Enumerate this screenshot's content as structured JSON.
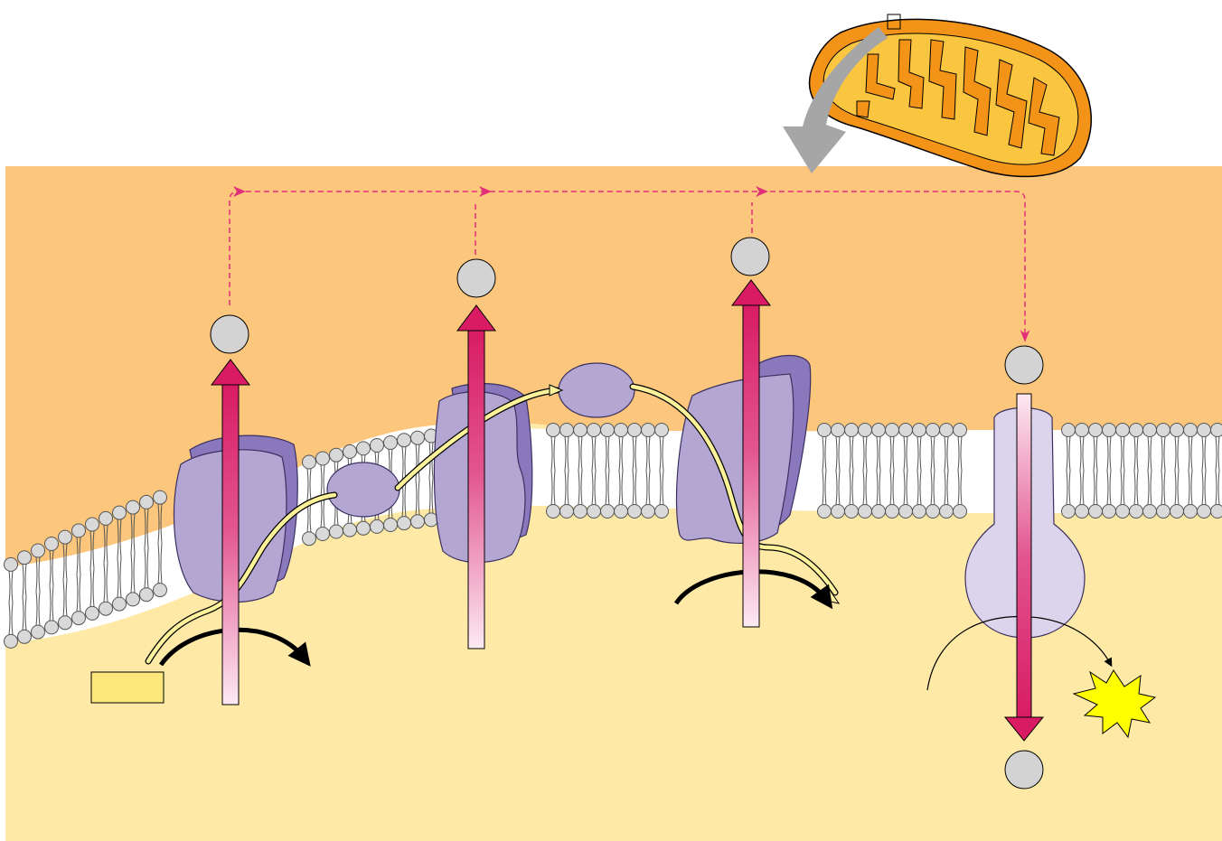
{
  "diagram": {
    "colors": {
      "intermembrane_space": "#fcc67c",
      "matrix": "#feeaa6",
      "lipid_head": "#d9d9d9",
      "complex_fill": "#b3a6d2",
      "complex_dark": "#8a78bd",
      "atp_synthase": "#dcd3ec",
      "proton_arrow": "#d81b63",
      "electron_path": "#fbf29a",
      "mitochondrion_outer": "#f39318",
      "mitochondrion_inner": "#fbc63f",
      "inflow_arrow": "#a6a6a6",
      "proton_ion": "#d3d3d3",
      "atp_burst": "#ffff00",
      "electron_donor": "#fde67c"
    },
    "complexes": [
      {
        "name": "complex-i"
      },
      {
        "name": "complex-iii"
      },
      {
        "name": "complex-iv"
      }
    ],
    "carriers": [
      {
        "name": "ubiquinone"
      },
      {
        "name": "cytochrome-c"
      }
    ],
    "labels": []
  }
}
